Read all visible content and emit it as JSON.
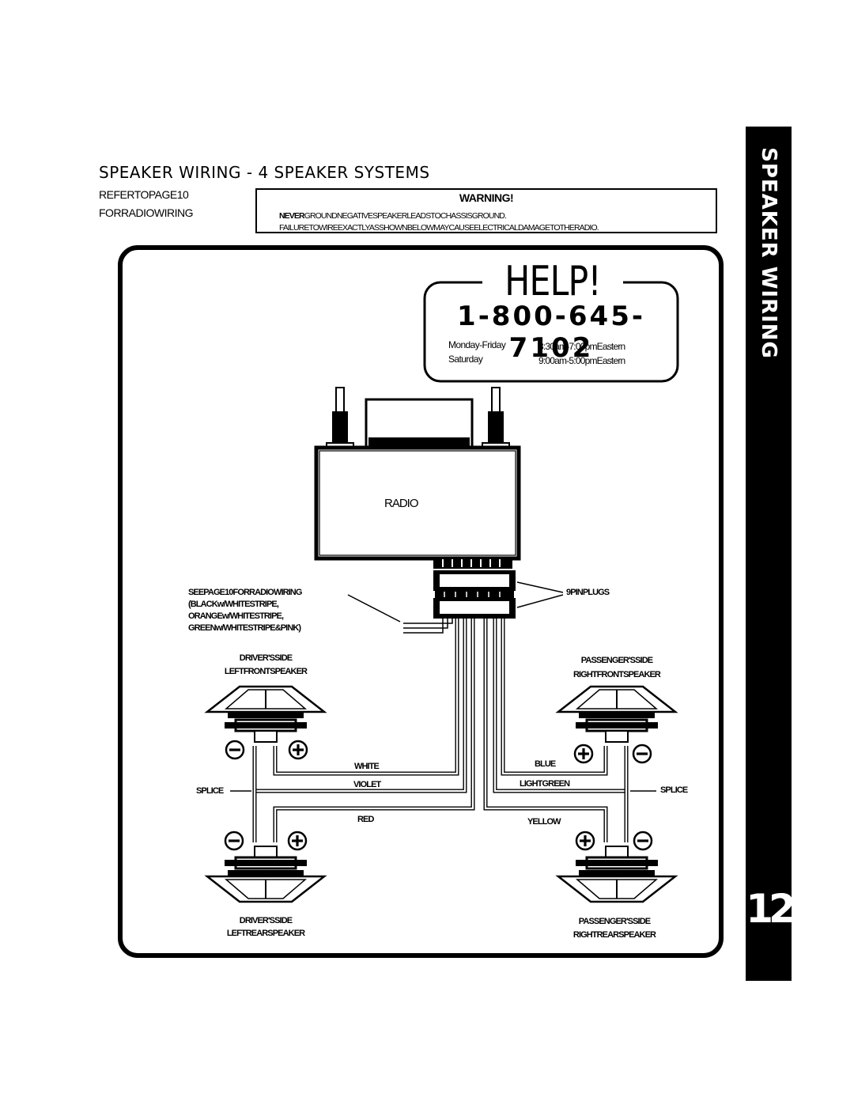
{
  "header": {
    "title": "SPEAKER WIRING - 4 SPEAKER SYSTEMS",
    "refer_line1": "REFERTOPAGE10",
    "refer_line2": "FORRADIOWIRING"
  },
  "warning": {
    "title": "WARNING!",
    "line1_bold": "NEVER",
    "line1_rest": "GROUNDNEGATIVESPEAKERLEADSTOCHASSISGROUND.",
    "line2": "FAILURETOWIREEXACTLYASSHOWNBELOWMAYCAUSEELECTRICALDAMAGETOTHERADIO."
  },
  "help": {
    "title": "HELP!",
    "phone": "1-800-645-7102",
    "hours": [
      {
        "day": "Monday-Friday",
        "time": "8:30am-7:00pmEastern"
      },
      {
        "day": "Saturday",
        "time": "9:00am-5:00pmEastern"
      }
    ]
  },
  "diagram": {
    "radio_label": "RADIO",
    "note_lines": [
      "SEEPAGE10FORRADIOWIRING",
      "(BLACKw/WHITESTRIPE,",
      "ORANGEw/WHITESTRIPE,",
      "GREENw/WHITESTRIPE&PINK)"
    ],
    "plugs_label": "9PINPLUGS",
    "speakers": {
      "left_front": [
        "DRIVER'SSIDE",
        "LEFTFRONTSPEAKER"
      ],
      "right_front": [
        "PASSENGER'SSIDE",
        "RIGHTFRONTSPEAKER"
      ],
      "left_rear": [
        "DRIVER'SSIDE",
        "LEFTREARSPEAKER"
      ],
      "right_rear": [
        "PASSENGER'SSIDE",
        "RIGHTREARSPEAKER"
      ]
    },
    "wires": {
      "white": "WHITE",
      "violet": "VIOLET",
      "red": "RED",
      "blue": "BLUE",
      "lightgreen": "LIGHTGREEN",
      "yellow": "YELLOW"
    },
    "splice_left": "SPLICE",
    "splice_right": "SPLICE"
  },
  "sidebar": {
    "title": "SPEAKER WIRING",
    "page_number": "12"
  }
}
